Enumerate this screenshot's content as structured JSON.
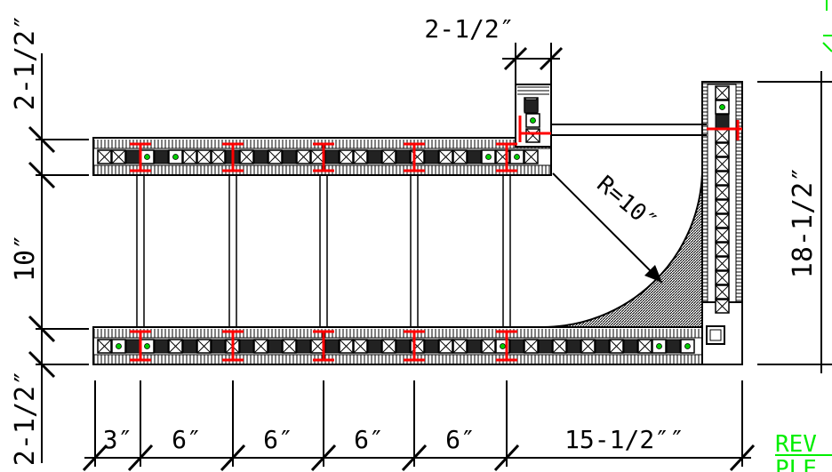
{
  "dimensions": {
    "top_width": "2-1/2″",
    "left_top": "2-1/2″",
    "left_middle": "10″",
    "left_bottom": "2-1/2″",
    "right_height": "18-1/2″",
    "radius": "R=10″",
    "bottom_spans": [
      "3″",
      "6″",
      "6″",
      "6″",
      "6″",
      "15-1/2″″"
    ]
  },
  "notes": {
    "rev_label": "REV",
    "rev_sub": "PLE"
  },
  "colors": {
    "line": "#000000",
    "weld": "#ff0000",
    "marker": "#00cc00",
    "note": "#00ee00"
  }
}
